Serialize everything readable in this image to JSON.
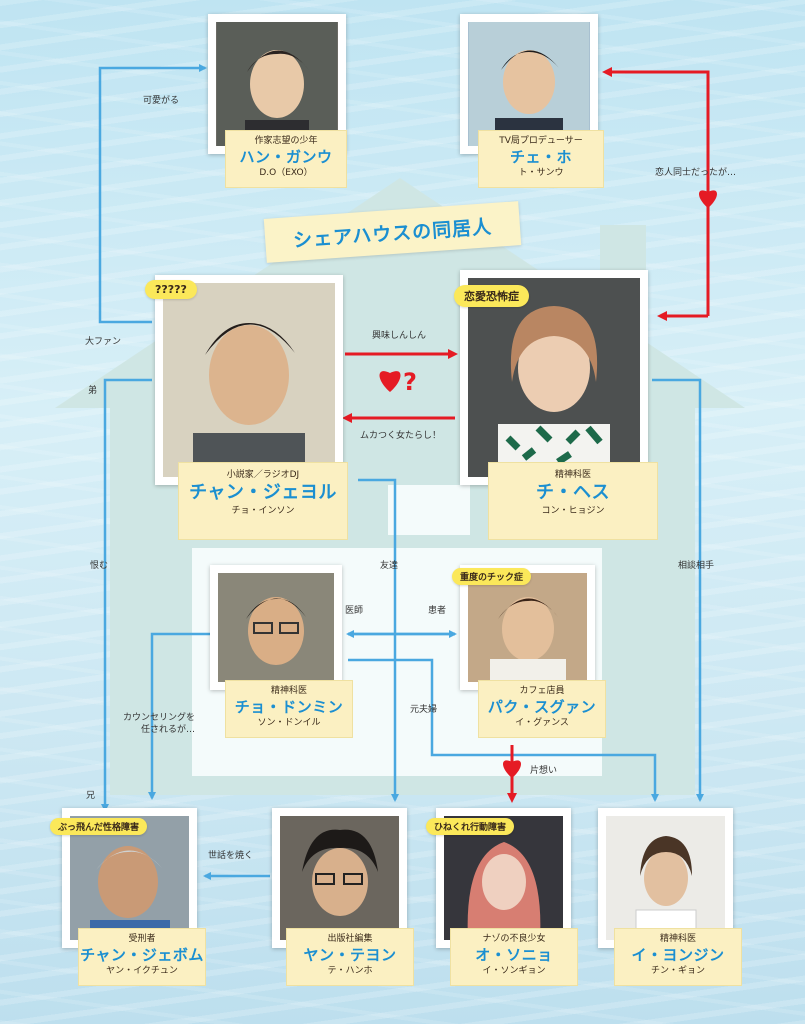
{
  "banner": "シェアハウスの同居人",
  "colors": {
    "blue": "#1b8fd1",
    "arrow_blue": "#4aa8e0",
    "arrow_red": "#e51b24",
    "label_bg": "#fbf0c2",
    "tag_bg": "#fbe85a"
  },
  "characters": [
    {
      "id": "han",
      "role": "作家志望の少年",
      "name": "ハン・ガンウ",
      "actor": "D.O（EXO）"
    },
    {
      "id": "choeho",
      "role": "TV局プロデューサー",
      "name": "チェ・ホ",
      "actor": "ト・サンウ"
    },
    {
      "id": "jaeyeol",
      "role": "小説家／ラジオDJ",
      "name": "チャン・ジェヨル",
      "actor": "チョ・インソン",
      "tag": "?????"
    },
    {
      "id": "haesu",
      "role": "精神科医",
      "name": "チ・ヘス",
      "actor": "コン・ヒョジン",
      "tag": "恋愛恐怖症"
    },
    {
      "id": "dongmin",
      "role": "精神科医",
      "name": "チョ・ドンミン",
      "actor": "ソン・ドンイル"
    },
    {
      "id": "sugwang",
      "role": "カフェ店員",
      "name": "パク・スグァン",
      "actor": "イ・グァンス",
      "tag": "重度のチック症"
    },
    {
      "id": "jaebeom",
      "role": "受刑者",
      "name": "チャン・ジェボム",
      "actor": "ヤン・イクチュン",
      "tag": "ぶっ飛んだ性格障害"
    },
    {
      "id": "taeyong",
      "role": "出版社編集",
      "name": "ヤン・テヨン",
      "actor": "テ・ハンホ"
    },
    {
      "id": "sonyeo",
      "role": "ナゾの不良少女",
      "name": "オ・ソニョ",
      "actor": "イ・ソンギョン",
      "tag": "ひねくれ行動障害"
    },
    {
      "id": "yeongjin",
      "role": "精神科医",
      "name": "イ・ヨンジン",
      "actor": "チン・ギョン"
    }
  ],
  "relations": {
    "kawaigaru": "可愛がる",
    "koibito": "恋人同士だったが…",
    "daifan": "大ファン",
    "otouto": "弟",
    "kyoumi": "興味しんしん",
    "mukatsuku": "ムカつく女たらし！",
    "uramu": "恨む",
    "tomodachi": "友達",
    "soudan": "相談相手",
    "ishi": "医師",
    "kanja": "患者",
    "counseling": "カウンセリングを\n任されるが…",
    "motofuufu": "元夫婦",
    "kataomoi": "片想い",
    "ani": "兄",
    "sewa": "世話を焼く"
  }
}
